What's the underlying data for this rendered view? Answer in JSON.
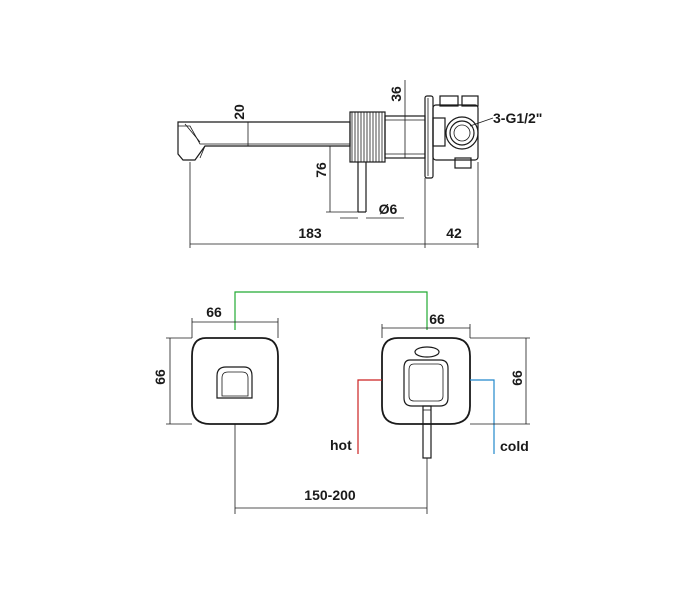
{
  "side_view": {
    "dims": {
      "spout_height": "20",
      "drop": "76",
      "body_height": "36",
      "lever_diameter": "Ø6",
      "length": "183",
      "depth": "42",
      "inlet": "3-G1/2\""
    }
  },
  "front_view": {
    "dims": {
      "left_width": "66",
      "left_height": "66",
      "right_width": "66",
      "right_height": "66",
      "spacing": "150-200"
    },
    "labels": {
      "hot": "hot",
      "cold": "cold"
    }
  },
  "colors": {
    "line": "#1a1a1a",
    "hot": "#cc2222",
    "cold": "#2288cc",
    "link": "#22aa33"
  }
}
